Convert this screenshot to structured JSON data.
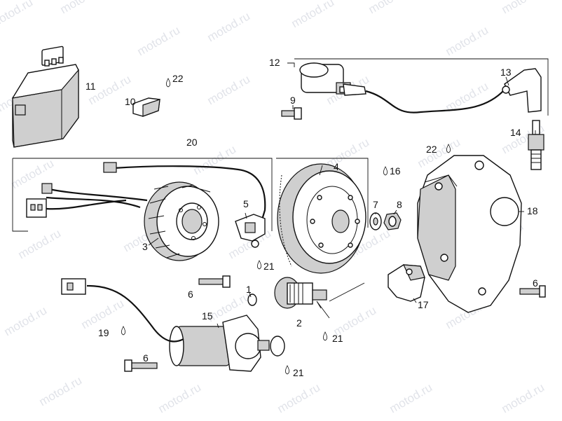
{
  "watermark": "motod.ru",
  "labels": {
    "p1": "1",
    "p2": "2",
    "p3": "3",
    "p4": "4",
    "p5": "5",
    "p6a": "6",
    "p6b": "6",
    "p6c": "6",
    "p7": "7",
    "p8": "8",
    "p9": "9",
    "p10": "10",
    "p11": "11",
    "p12": "12",
    "p13": "13",
    "p14": "14",
    "p15": "15",
    "p16": "16",
    "p17": "17",
    "p18": "18",
    "p19": "19",
    "p20": "20",
    "p21a": "21",
    "p21b": "21",
    "p21c": "21",
    "p22a": "22",
    "p22b": "22"
  }
}
